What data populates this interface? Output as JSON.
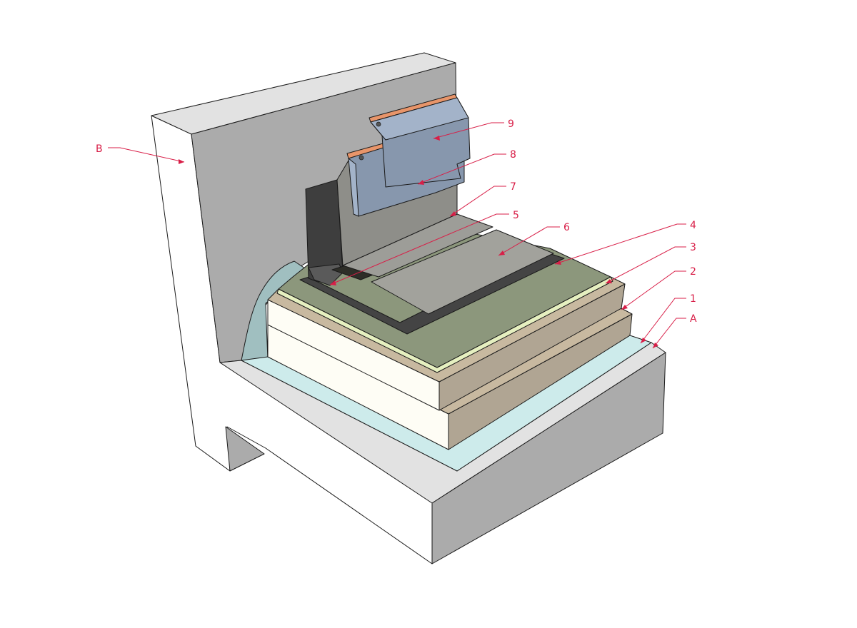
{
  "diagram": {
    "type": "roof-parapet-detail-isometric",
    "colors": {
      "background": "#ffffff",
      "concrete_face": "#ffffff",
      "concrete_side": "#ababab",
      "concrete_top": "#e2e2e2",
      "vapour_barrier": "#cdebeb",
      "vapour_barrier_dark": "#a0bfc0",
      "insulation_face": "#fefdf5",
      "insulation_side": "#b0a593",
      "insulation_top": "#c8b9a0",
      "cover_board": "#8c977c",
      "cover_board_edge": "#e6f0c0",
      "base_membrane": "#444444",
      "cap_sheet": "#9a9a96",
      "metal_flashing": "#8797ad",
      "metal_flashing_light": "#a3b3c9",
      "copper_strip": "#e8956a",
      "label_color": "#d81e47"
    },
    "labels": [
      {
        "id": "B",
        "text": "B"
      },
      {
        "id": "9",
        "text": "9"
      },
      {
        "id": "8",
        "text": "8"
      },
      {
        "id": "7",
        "text": "7"
      },
      {
        "id": "5",
        "text": "5"
      },
      {
        "id": "6",
        "text": "6"
      },
      {
        "id": "4",
        "text": "4"
      },
      {
        "id": "3",
        "text": "3"
      },
      {
        "id": "2",
        "text": "2"
      },
      {
        "id": "1",
        "text": "1"
      },
      {
        "id": "A",
        "text": "A"
      }
    ]
  }
}
